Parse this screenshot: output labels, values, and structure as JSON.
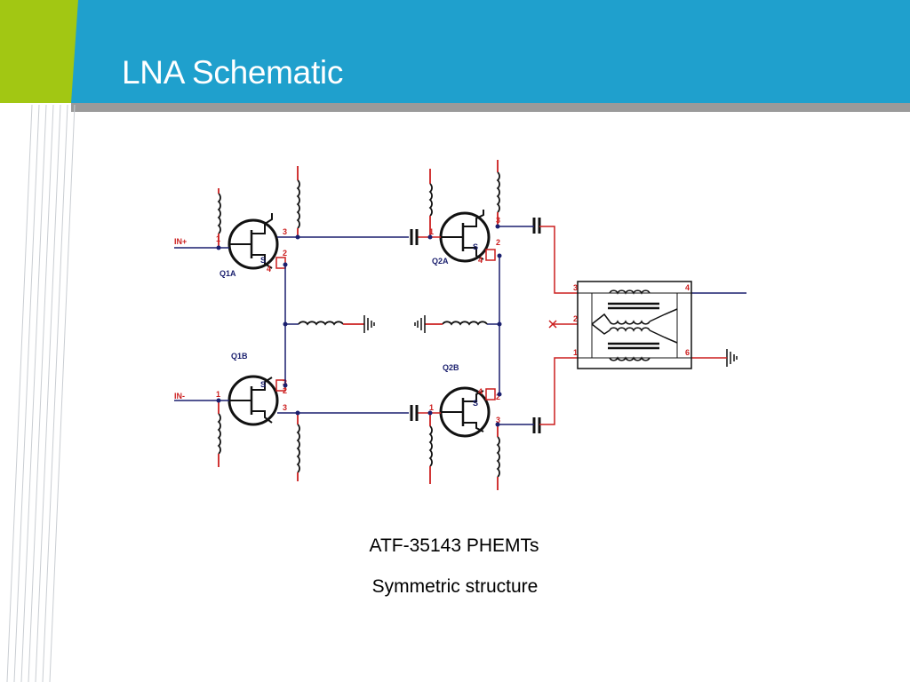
{
  "slide": {
    "title": "LNA Schematic",
    "bullets": [
      "ATF-35143 PHEMTs",
      "Symmetric structure"
    ]
  },
  "schematic": {
    "inputs": [
      "IN+",
      "IN-"
    ],
    "transistors": [
      "Q1A",
      "Q1B",
      "Q2A",
      "Q2B"
    ],
    "source_mark": "S",
    "pins": {
      "q1a": [
        "1",
        "3",
        "2",
        "4"
      ],
      "q1b": [
        "1",
        "3",
        "2",
        "3"
      ],
      "q2a": [
        "1",
        "3",
        "2",
        "4"
      ],
      "q2b": [
        "1",
        "3",
        "2",
        "4"
      ],
      "transformer": [
        "3",
        "4",
        "2",
        "1",
        "6"
      ]
    }
  },
  "colors": {
    "header_blue": "#1fa0cd",
    "accent_green": "#a2c713",
    "wire_red": "#cc1f1f",
    "wire_navy": "#1a1f6e"
  }
}
